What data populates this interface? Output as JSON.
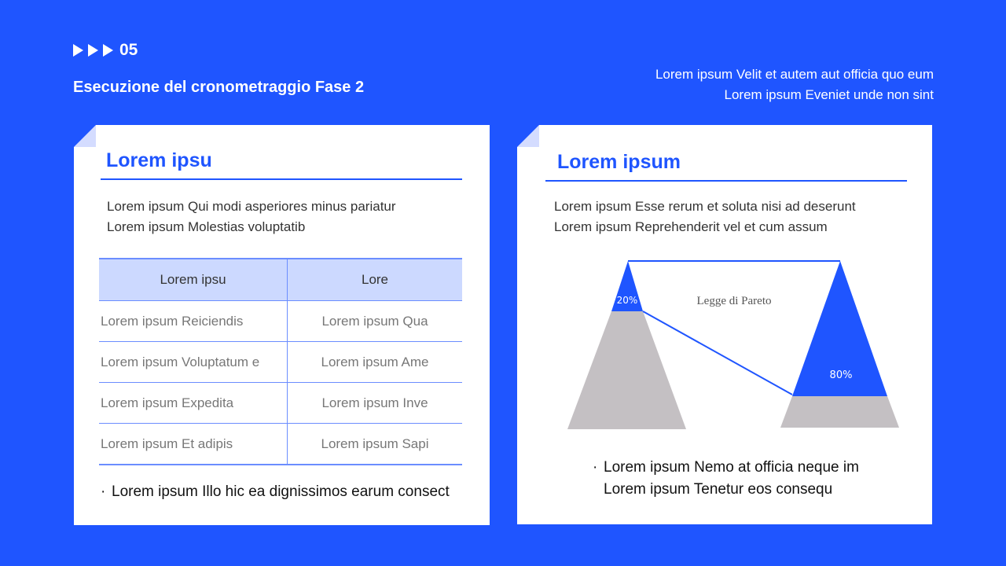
{
  "header": {
    "section_number": "05",
    "title": "Esecuzione del cronometraggio Fase 2",
    "description_line1": "Lorem ipsum Velit et autem aut officia quo eum",
    "description_line2": "Lorem ipsum Eveniet unde non sint"
  },
  "left_card": {
    "title": "Lorem ipsu",
    "description_line1": "Lorem ipsum Qui modi asperiores minus pariatur",
    "description_line2": "Lorem ipsum Molestias voluptatib",
    "table": {
      "headers": [
        "Lorem ipsu",
        "Lore"
      ],
      "rows": [
        [
          "Lorem ipsum Reiciendis",
          "Lorem ipsum Qua"
        ],
        [
          "Lorem ipsum Voluptatum e",
          "Lorem ipsum Ame"
        ],
        [
          "Lorem ipsum Expedita",
          "Lorem ipsum Inve"
        ],
        [
          "Lorem ipsum Et adipis",
          "Lorem ipsum Sapi"
        ]
      ]
    },
    "bullet": "Lorem ipsum Illo hic ea dignissimos earum consect"
  },
  "right_card": {
    "title": "Lorem ipsum",
    "description_line1": "Lorem ipsum Esse rerum et soluta nisi ad deserunt",
    "description_line2": "Lorem ipsum Reprehenderit vel et cum assum",
    "diagram": {
      "label": "Legge di Pareto",
      "left_percent": "20%",
      "right_percent": "80%"
    },
    "bullet_line1": "Lorem ipsum Nemo at officia neque im",
    "bullet_line2": "Lorem ipsum Tenetur eos consequ"
  },
  "colors": {
    "background": "#1f55ff",
    "accent": "#1f55ff",
    "grey": "#c4c0c3",
    "table_header": "#ccd9ff"
  }
}
